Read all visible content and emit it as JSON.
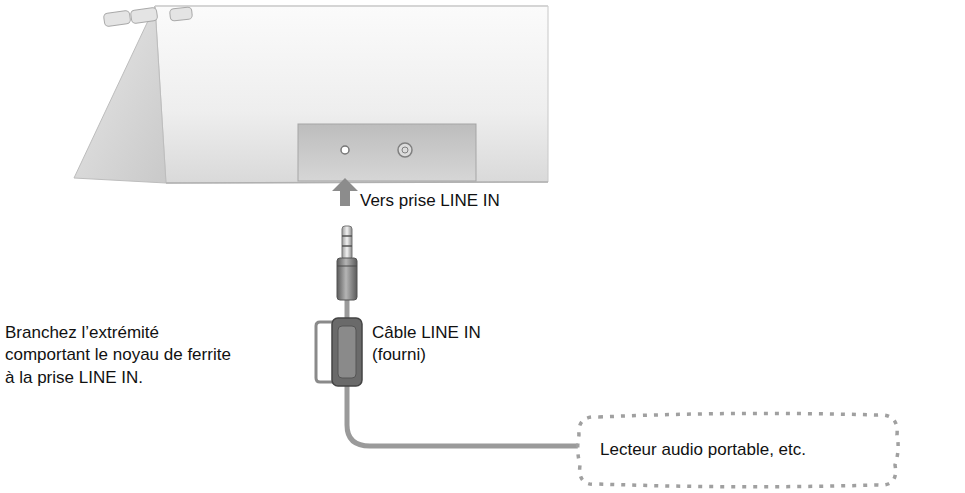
{
  "diagram": {
    "nodes": [
      {
        "text": [
          "Lecteur audio portable, etc."
        ]
      }
    ],
    "labels": [
      "Vers prise LINE IN",
      "Branchez l’extrémité comportant le noyau de ferrite à la prise LINE IN.",
      "Câble LINE IN (fourni)"
    ]
  }
}
